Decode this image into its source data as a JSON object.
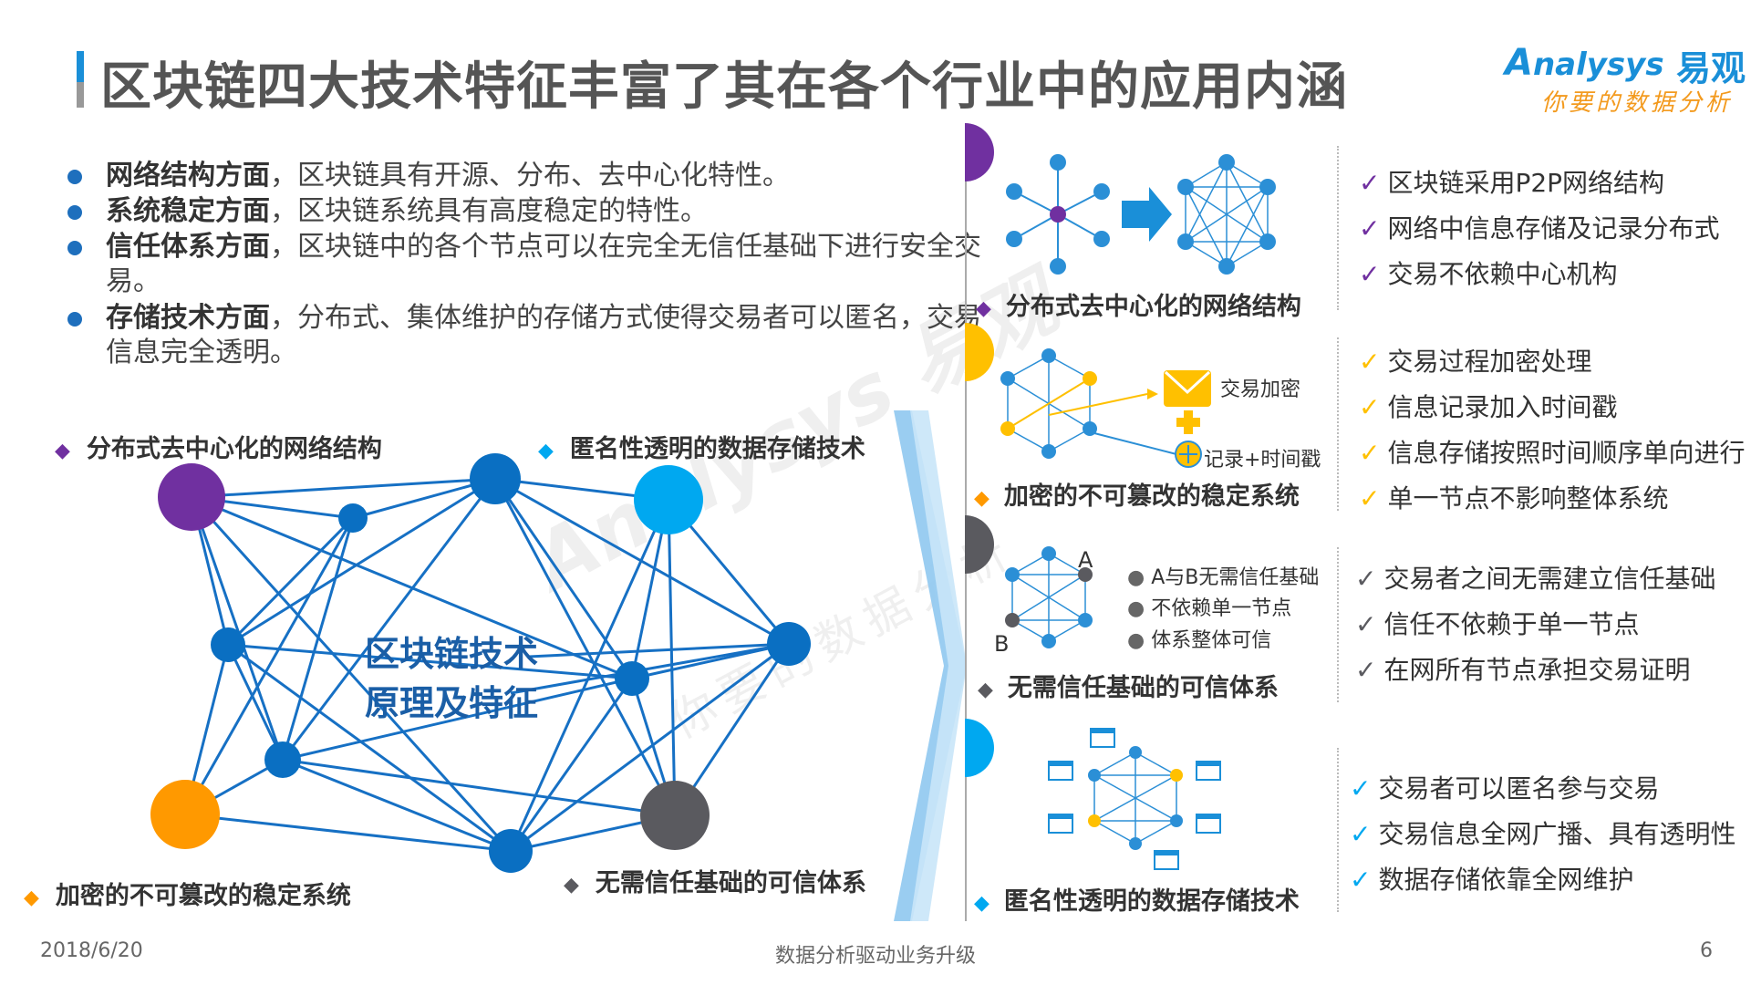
{
  "title": "区块链四大技术特征丰富了其在各个行业中的应用内涵",
  "logo": {
    "brand": "nalysys",
    "brand_prefix": "A",
    "cn": "易观",
    "tagline": "你要的数据分析"
  },
  "bullets": [
    {
      "bold": "网络结构方面",
      "rest": "，区块链具有开源、分布、去中心化特性。"
    },
    {
      "bold": "系统稳定方面",
      "rest": "，区块链系统具有高度稳定的特性。"
    },
    {
      "bold": "信任体系方面",
      "rest": "，区块链中的各个节点可以在完全无信任基础下进行安全交易。"
    },
    {
      "bold": "存储技术方面",
      "rest": "，分布式、集体维护的存储方式使得交易者可以匿名，交易信息完全透明。"
    }
  ],
  "network": {
    "center_line1": "区块链技术",
    "center_line2": "原理及特征",
    "labels": {
      "purple": "分布式去中心化的网络结构",
      "blue": "匿名性透明的数据存储技术",
      "orange": "加密的不可篡改的稳定系统",
      "gray": "无需信任基础的可信体系"
    },
    "colors": {
      "purple": "#7030a0",
      "blue": "#00a8f0",
      "orange": "#ff9900",
      "gray": "#5a5a5f",
      "node": "#0a6fc2",
      "line": "#1670c4"
    }
  },
  "sections": [
    {
      "title": "分布式去中心化的网络结构",
      "color": "#7030a0",
      "checks": [
        "区块链采用P2P网络结构",
        "网络中信息存储及记录分布式",
        "交易不依赖中心机构"
      ]
    },
    {
      "title": "加密的不可篡改的稳定系统",
      "color": "#ffc000",
      "small": [
        "交易加密",
        "记录+时间戳"
      ],
      "checks": [
        "交易过程加密处理",
        "信息记录加入时间戳",
        "信息存储按照时间顺序单向进行",
        "单一节点不影响整体系统"
      ]
    },
    {
      "title": "无需信任基础的可信体系",
      "color": "#5a5a5f",
      "small": [
        "A与B无需信任基础",
        "不依赖单一节点",
        "体系整体可信"
      ],
      "node_a": "A",
      "node_b": "B",
      "checks": [
        "交易者之间无需建立信任基础",
        "信任不依赖于单一节点",
        "在网所有节点承担交易证明"
      ]
    },
    {
      "title": "匿名性透明的数据存储技术",
      "color": "#00a8f0",
      "checks": [
        "交易者可以匿名参与交易",
        "交易信息全网广播、具有透明性",
        "数据存储依靠全网维护"
      ]
    }
  ],
  "footer": {
    "date": "2018/6/20",
    "center": "数据分析驱动业务升级",
    "page": "6"
  },
  "watermark": {
    "brand": "Analysys 易观",
    "tagline": "你要的数据分析"
  }
}
